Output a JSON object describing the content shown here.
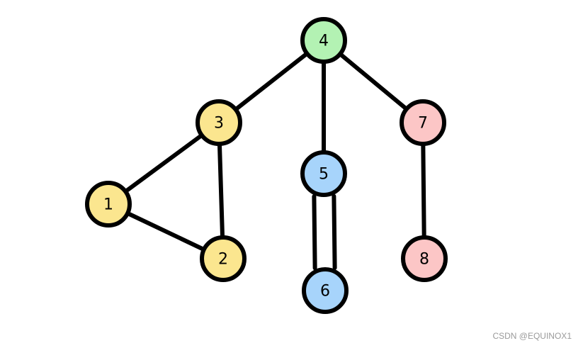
{
  "graph": {
    "nodes": [
      {
        "id": "4",
        "label": "4",
        "color": "#b3f2b3"
      },
      {
        "id": "3",
        "label": "3",
        "color": "#fbe68f"
      },
      {
        "id": "5",
        "label": "5",
        "color": "#a7d4fb"
      },
      {
        "id": "7",
        "label": "7",
        "color": "#fcc6c6"
      },
      {
        "id": "1",
        "label": "1",
        "color": "#fbe68f"
      },
      {
        "id": "2",
        "label": "2",
        "color": "#fbe68f"
      },
      {
        "id": "6",
        "label": "6",
        "color": "#a7d4fb"
      },
      {
        "id": "8",
        "label": "8",
        "color": "#fcc6c6"
      }
    ],
    "edges": [
      {
        "from": "4",
        "to": "3",
        "count": 1
      },
      {
        "from": "4",
        "to": "5",
        "count": 1
      },
      {
        "from": "4",
        "to": "7",
        "count": 1
      },
      {
        "from": "3",
        "to": "1",
        "count": 1
      },
      {
        "from": "3",
        "to": "2",
        "count": 1
      },
      {
        "from": "1",
        "to": "2",
        "count": 1
      },
      {
        "from": "5",
        "to": "6",
        "count": 2
      },
      {
        "from": "7",
        "to": "8",
        "count": 1
      }
    ]
  },
  "watermark": "CSDN @EQUINOX1"
}
